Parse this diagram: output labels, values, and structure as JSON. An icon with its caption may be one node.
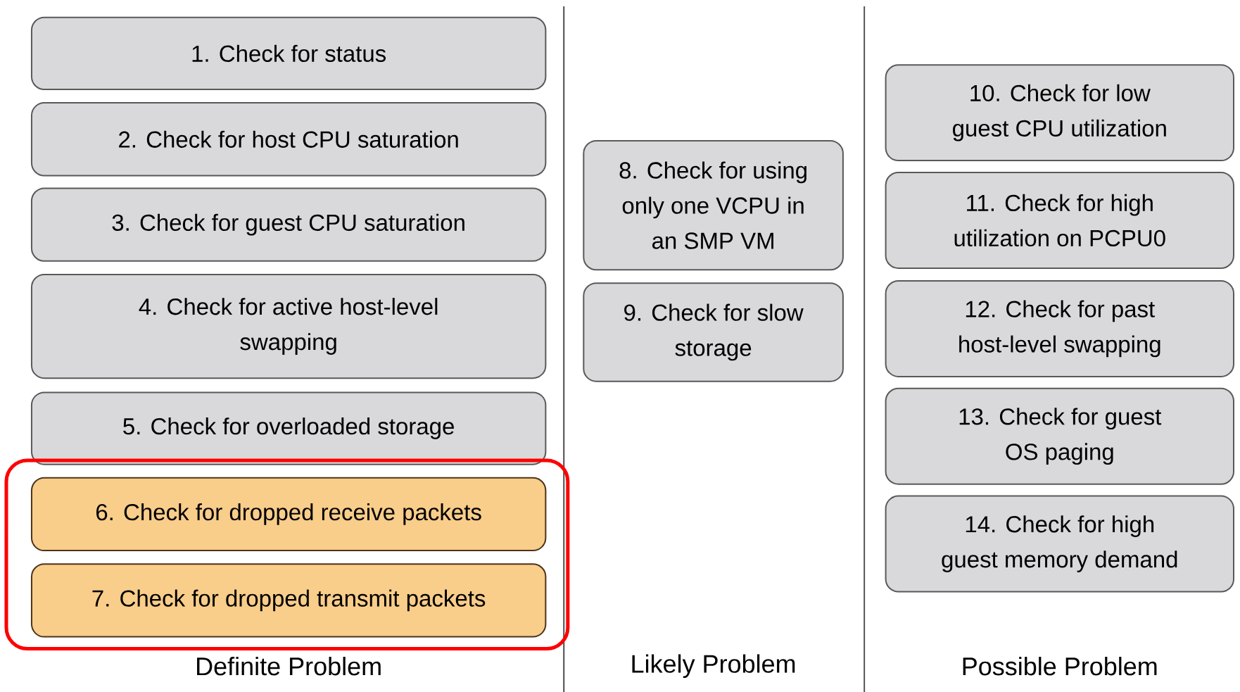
{
  "diagram": {
    "nodes": [
      {
        "text": [
          "1. Check for status"
        ]
      },
      {
        "text": [
          "2. Check for host CPU saturation"
        ]
      },
      {
        "text": [
          "3. Check for guest CPU saturation"
        ]
      },
      {
        "text": [
          "4. Check for active host-level swapping"
        ]
      },
      {
        "text": [
          "5. Check for overloaded storage"
        ]
      },
      {
        "text": [],
        "shape": "box"
      },
      {
        "text": [
          "6. Check for dropped receive packets"
        ],
        "in": 5
      },
      {
        "text": [
          "7. Check for dropped transmit packets"
        ],
        "in": 5
      },
      {
        "text": [
          "8. Check for using only one VCPU in an SMP VM"
        ]
      },
      {
        "text": [
          "9. Check for slow storage"
        ]
      },
      {
        "text": [
          "10. Check for low guest CPU utilization"
        ]
      },
      {
        "text": [
          "11. Check for high utilization on PCPU0"
        ]
      },
      {
        "text": [
          "12. Check for past host-level swapping"
        ]
      },
      {
        "text": [
          "13. Check for guest OS paging"
        ]
      },
      {
        "text": [
          "14. Check for high guest memory demand"
        ]
      }
    ],
    "edges": [],
    "labels": [
      "Definite Problem",
      "Likely Problem",
      "Possible Problem"
    ]
  }
}
